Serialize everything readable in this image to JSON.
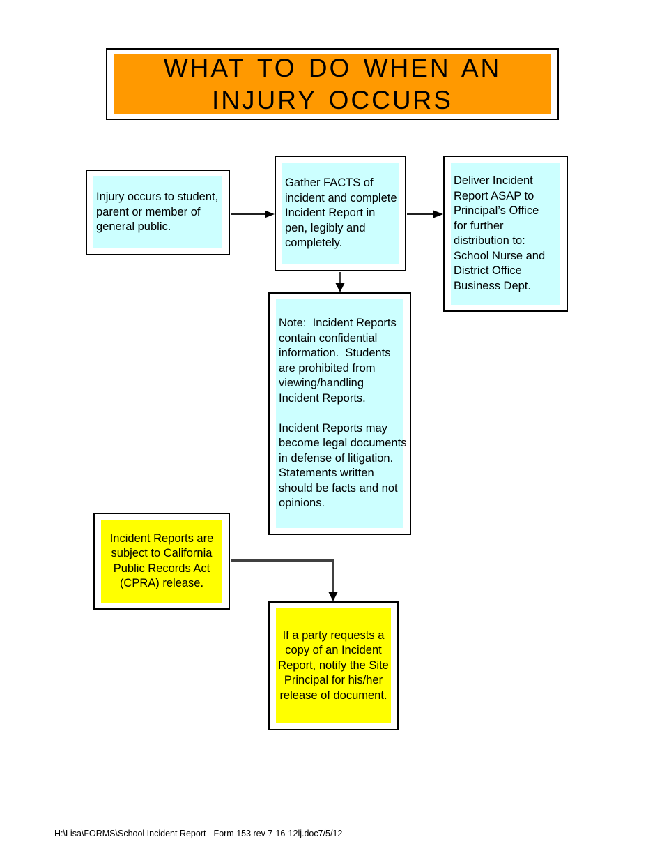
{
  "page": {
    "title": "WHAT TO DO WHEN AN\nINJURY OCCURS",
    "footer": "H:\\Lisa\\FORMS\\School Incident Report - Form 153 rev 7-16-12lj.doc7/5/12"
  },
  "colors": {
    "title_bg": "#FF9900",
    "info_node_bg": "#CCFFFF",
    "warning_node_bg": "#FFFF00",
    "border": "#000000",
    "text": "#000000"
  },
  "flowchart": {
    "nodes": [
      {
        "id": "injury-occurs",
        "style": "info",
        "text": "Injury occurs to student,\nparent or member of\ngeneral public."
      },
      {
        "id": "gather-facts",
        "style": "info",
        "text": "Gather FACTS of\nincident and complete\nIncident Report in\npen, legibly and\ncompletely."
      },
      {
        "id": "deliver-report",
        "style": "info",
        "text": "Deliver Incident\nReport ASAP to\nPrincipal’s Office\nfor further\ndistribution to:\nSchool Nurse and\nDistrict Office\nBusiness Dept."
      },
      {
        "id": "confidential-note",
        "style": "info",
        "text": "Note:  Incident Reports\ncontain confidential\ninformation.  Students\nare prohibited from\nviewing/handling\nIncident Reports.\n\nIncident Reports may\nbecome legal documents\nin defense of litigation.\nStatements written\nshould be facts and not\nopinions."
      },
      {
        "id": "cpra-subject",
        "style": "warning",
        "text": "Incident Reports are\nsubject to California\nPublic Records Act\n(CPRA) release."
      },
      {
        "id": "copy-request",
        "style": "warning",
        "text": "If a party requests a\ncopy of an Incident\nReport, notify the Site\nPrincipal for his/her\nrelease of document."
      }
    ],
    "edges": [
      {
        "from": "injury-occurs",
        "to": "gather-facts"
      },
      {
        "from": "gather-facts",
        "to": "deliver-report"
      },
      {
        "from": "gather-facts",
        "to": "confidential-note"
      },
      {
        "from": "cpra-subject",
        "to": "copy-request"
      }
    ]
  }
}
